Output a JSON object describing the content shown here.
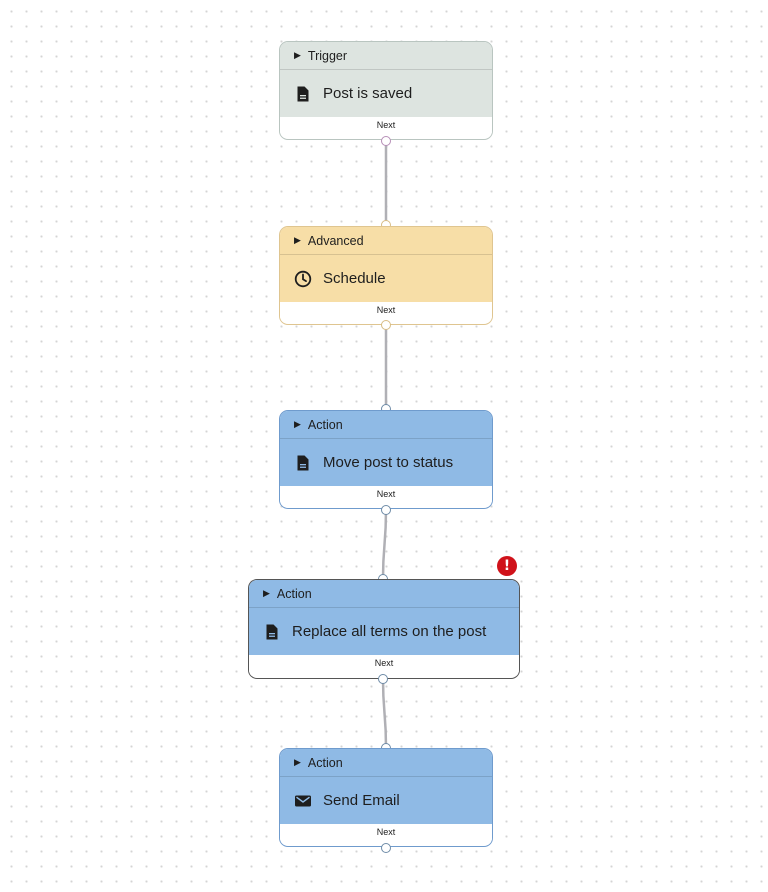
{
  "nodes": [
    {
      "kind": "Trigger",
      "title": "Post is saved",
      "icon": "document-icon",
      "footer": "Next"
    },
    {
      "kind": "Advanced",
      "title": "Schedule",
      "icon": "clock-icon",
      "footer": "Next"
    },
    {
      "kind": "Action",
      "title": "Move post to status",
      "icon": "document-icon",
      "footer": "Next"
    },
    {
      "kind": "Action",
      "title": "Replace all terms on the post",
      "icon": "document-icon",
      "footer": "Next",
      "has_error": true
    },
    {
      "kind": "Action",
      "title": "Send Email",
      "icon": "envelope-icon",
      "footer": "Next"
    }
  ],
  "error_badge": "!",
  "colors": {
    "trigger": "#dde4e0",
    "advanced": "#f7dea7",
    "action": "#8fbae5",
    "error": "#d0121a",
    "edge": "#b0b0b5"
  }
}
